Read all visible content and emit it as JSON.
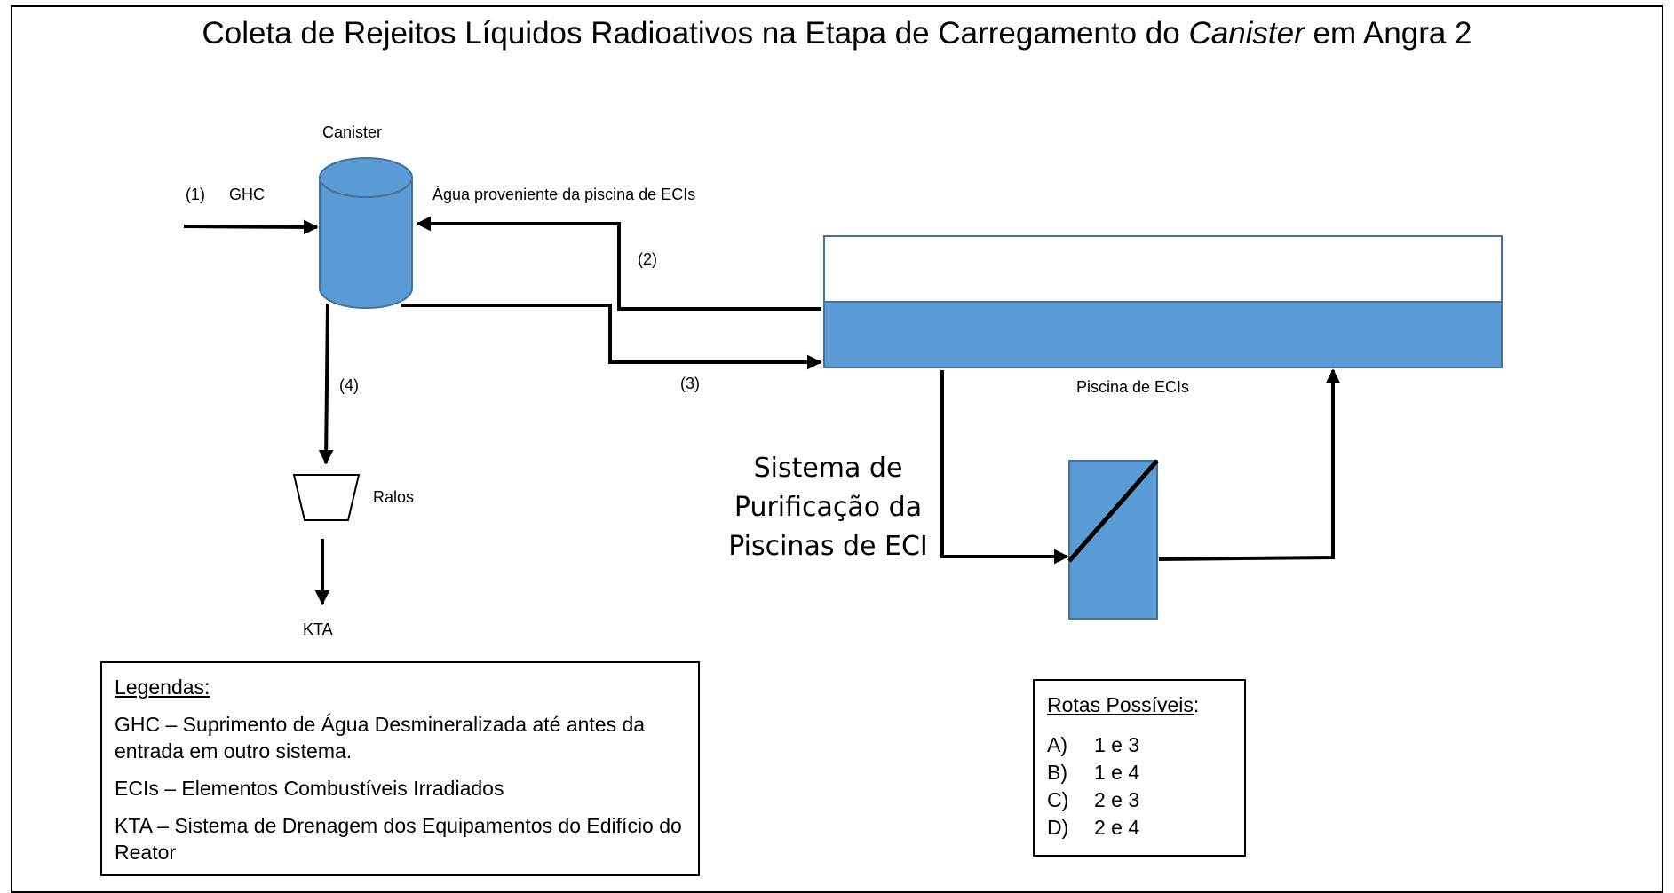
{
  "title": {
    "before": "Coleta de Rejeitos Líquidos Radioativos na Etapa de Carregamento do ",
    "italic": "Canister",
    "after": " em Angra 2"
  },
  "diagram": {
    "canister_label": "Canister",
    "ghc_num": "(1)",
    "ghc_label": "GHC",
    "water_source": "Água proveniente da piscina de ECIs",
    "route2": "(2)",
    "route3": "(3)",
    "route4": "(4)",
    "pool_label": "Piscina de ECIs",
    "purification": "Sistema de Purificação da Piscinas de ECI",
    "drains": "Ralos",
    "kta": "KTA"
  },
  "legend": {
    "heading": "Legendas:",
    "items": [
      "GHC – Suprimento de Água Desmineralizada até antes da entrada em outro sistema.",
      "ECIs – Elementos Combustíveis Irradiados",
      "KTA – Sistema de Drenagem dos Equipamentos do Edifício do Reator"
    ]
  },
  "routes": {
    "heading": "Rotas Possíveis",
    "colon": ":",
    "options": [
      {
        "key": "A)",
        "value": "1 e 3"
      },
      {
        "key": "B)",
        "value": "1 e 4"
      },
      {
        "key": "C)",
        "value": "2 e 3"
      },
      {
        "key": "D)",
        "value": "2 e 4"
      }
    ]
  },
  "colors": {
    "blue_fill": "#5b9bd5",
    "blue_stroke": "#41719c"
  }
}
